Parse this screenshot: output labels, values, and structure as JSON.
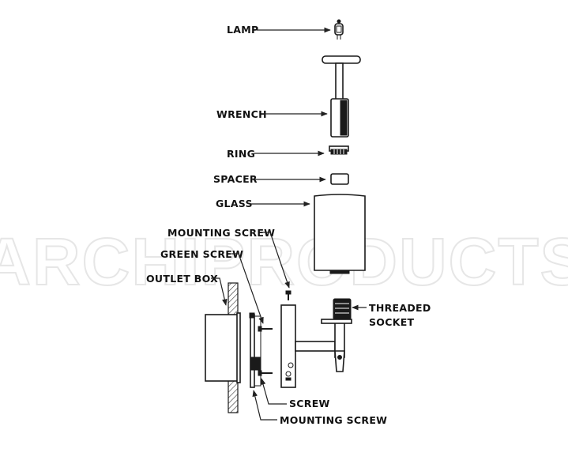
{
  "watermark": "ARCHIPRODUCTS",
  "labels": {
    "lamp": "LAMP",
    "wrench": "WRENCH",
    "ring": "RING",
    "spacer": "SPACER",
    "glass": "GLASS",
    "mounting_screw_top": "MOUNTING SCREW",
    "green_screw": "GREEN SCREW",
    "outlet_box": "OUTLET BOX",
    "threaded_socket_line1": "THREADED",
    "threaded_socket_line2": "SOCKET",
    "screw": "SCREW",
    "mounting_screw_bottom": "MOUNTING SCREW"
  }
}
